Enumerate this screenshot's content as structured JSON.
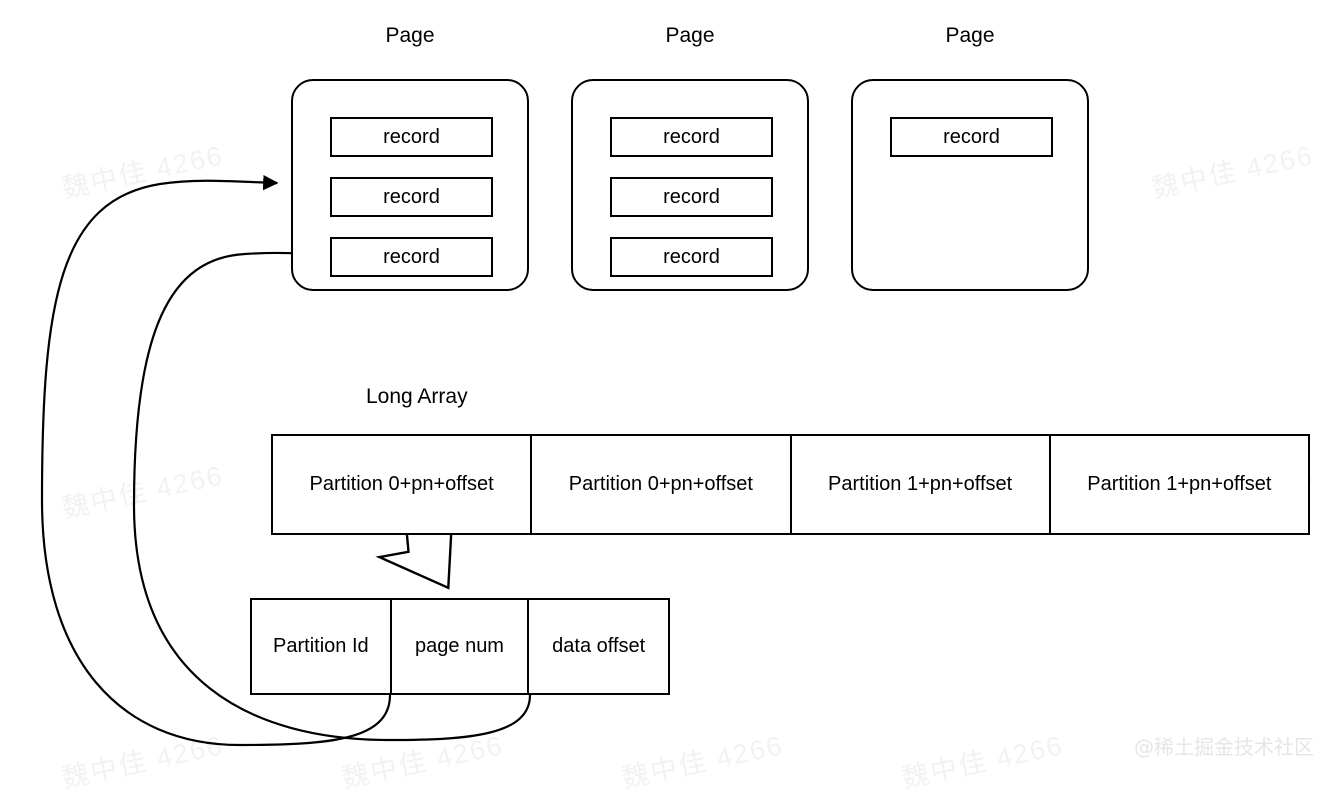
{
  "diagram": {
    "title_labels": {
      "long_array": "Long Array"
    },
    "pages": [
      {
        "label": "Page",
        "records": [
          "record",
          "record",
          "record"
        ]
      },
      {
        "label": "Page",
        "records": [
          "record",
          "record",
          "record"
        ]
      },
      {
        "label": "Page",
        "records": [
          "record"
        ]
      }
    ],
    "long_array": {
      "label": "Long Array",
      "cells": [
        "Partition 0+pn+offset",
        "Partition 0+pn+offset",
        "Partition 1+pn+offset",
        "Partition 1+pn+offset"
      ]
    },
    "long_value_layout": {
      "cells": [
        "Partition Id",
        "page num",
        "data offset"
      ]
    },
    "colors": {
      "stroke": "#000000",
      "background": "#ffffff",
      "watermark": "#f2f2f2"
    },
    "watermark": {
      "text": "魏中佳 4266",
      "corner": "@稀土掘金技术社区"
    }
  }
}
